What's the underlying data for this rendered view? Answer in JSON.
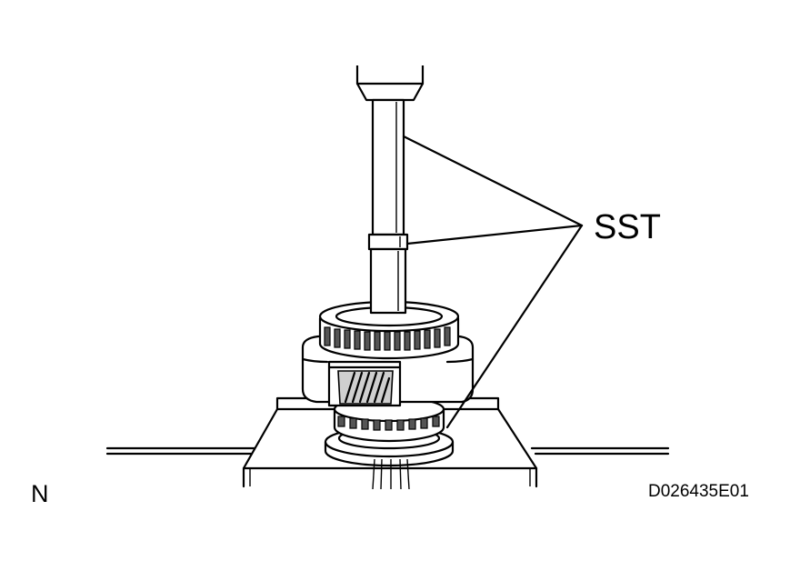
{
  "labels": {
    "sst": "SST",
    "view_letter": "N",
    "figure_code": "D026435E01"
  },
  "icons": {
    "illustration": "press-tool-gear-assembly-icon"
  }
}
